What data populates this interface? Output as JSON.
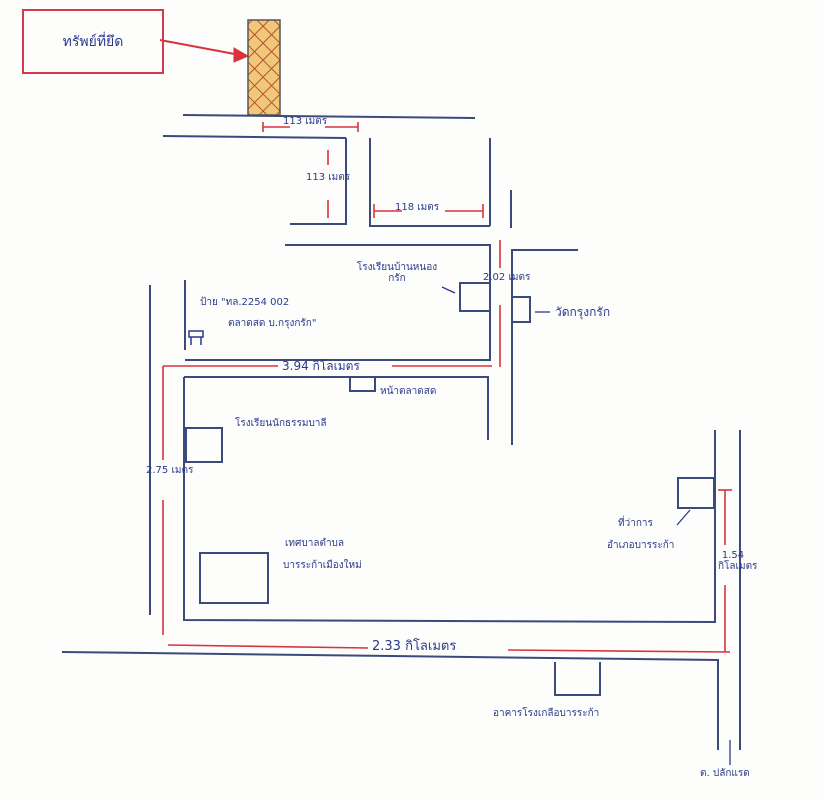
{
  "legend": {
    "label": "ทรัพย์ที่ยึด"
  },
  "colors": {
    "road": "#3a4a7a",
    "measure": "#d8343f",
    "property_fill": "#f1c87a",
    "property_hatch": "#b5532a",
    "text": "#2a3a8c"
  },
  "measurements": {
    "top_horizontal": "113 เมตร",
    "top_vertical": "113 เมตร",
    "middle_horizontal": "118 เมตร",
    "right_vertical_upper": "2.02 เมตร",
    "center_horizontal": "3.94 กิโลเมตร",
    "left_vertical": "2.75 เมตร",
    "right_vertical_lower": "1.54 กิโลเมตร",
    "bottom_horizontal": "2.33 กิโลเมตร"
  },
  "landmarks": {
    "school_top": "โรงเรียนบ้านหนองกรัก",
    "temple": "วัดกรุงกรัก",
    "sign_line1": "ป้าย \"ทล.2254 002",
    "sign_line2": "ตลาดสด บ.กรุงกรัก\"",
    "market_front": "หน้าตลาดสด",
    "school_middle": "โรงเรียนนักธรรมบาลี",
    "municipality_line1": "เทศบาลตำบล",
    "municipality_line2": "บารระก้าเมืองใหม่",
    "district_office_line1": "ที่ว่าการ",
    "district_office_line2": "อำเภอบารระก้า",
    "salt_building": "อาคารโรงเกลือบารระก้า",
    "subdistrict": "ต. ปลักแรด"
  }
}
